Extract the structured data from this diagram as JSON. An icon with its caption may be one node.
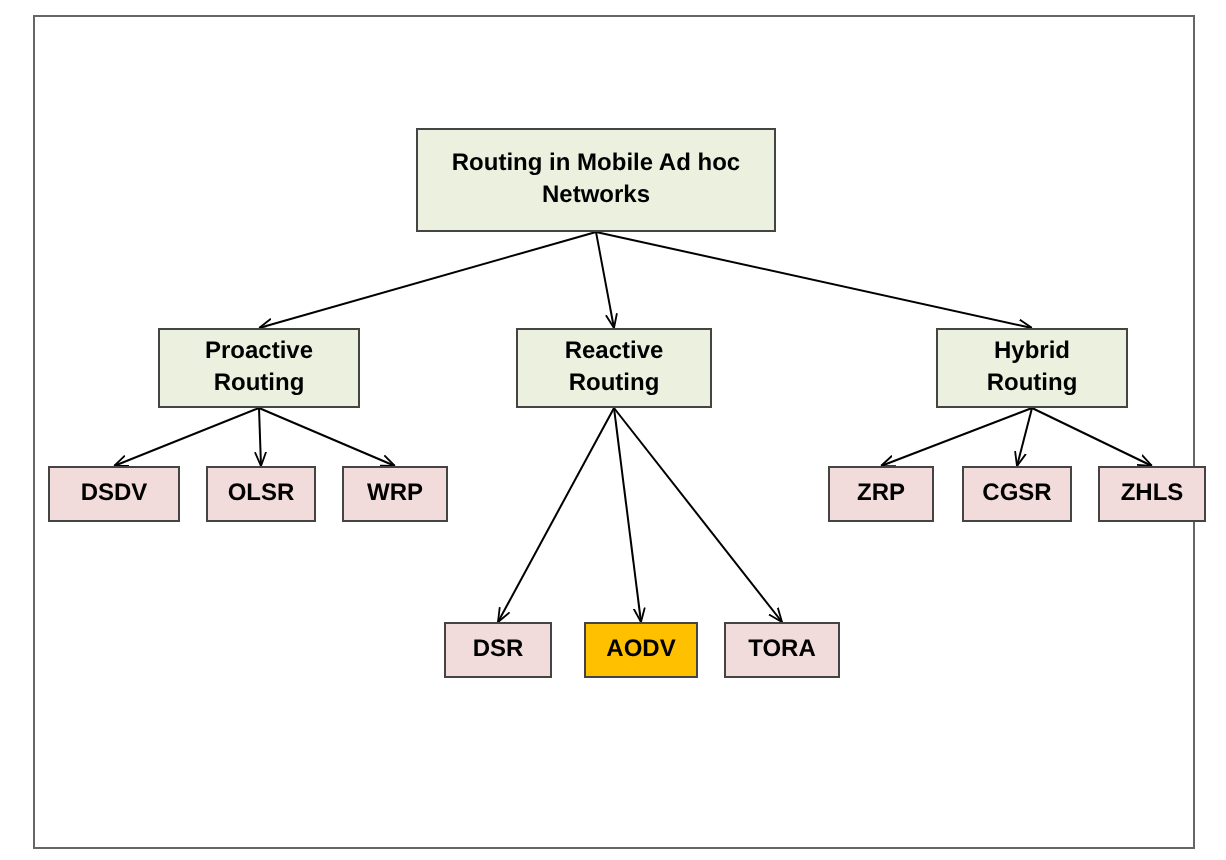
{
  "diagram": {
    "nodes": [
      {
        "text": [
          "Routing in Mobile Ad hoc Networks"
        ]
      },
      {
        "text": [
          "Proactive Routing"
        ]
      },
      {
        "text": [
          "Reactive Routing"
        ]
      },
      {
        "text": [
          "Hybrid Routing"
        ]
      },
      {
        "text": [
          "DSDV"
        ]
      },
      {
        "text": [
          "OLSR"
        ]
      },
      {
        "text": [
          "WRP"
        ]
      },
      {
        "text": [
          "DSR"
        ]
      },
      {
        "text": [
          "AODV"
        ]
      },
      {
        "text": [
          "TORA"
        ]
      },
      {
        "text": [
          "ZRP"
        ]
      },
      {
        "text": [
          "CGSR"
        ]
      },
      {
        "text": [
          "ZHLS"
        ]
      }
    ],
    "edges": [
      {
        "from": 0,
        "to": 1,
        "arrow": "to"
      },
      {
        "from": 0,
        "to": 2,
        "arrow": "to"
      },
      {
        "from": 0,
        "to": 3,
        "arrow": "to"
      },
      {
        "from": 1,
        "to": 4,
        "arrow": "to"
      },
      {
        "from": 1,
        "to": 5,
        "arrow": "to"
      },
      {
        "from": 1,
        "to": 6,
        "arrow": "to"
      },
      {
        "from": 2,
        "to": 7,
        "arrow": "to"
      },
      {
        "from": 2,
        "to": 8,
        "arrow": "to"
      },
      {
        "from": 2,
        "to": 9,
        "arrow": "to"
      },
      {
        "from": 3,
        "to": 10,
        "arrow": "to"
      },
      {
        "from": 3,
        "to": 11,
        "arrow": "to"
      },
      {
        "from": 3,
        "to": 12,
        "arrow": "to"
      }
    ]
  }
}
